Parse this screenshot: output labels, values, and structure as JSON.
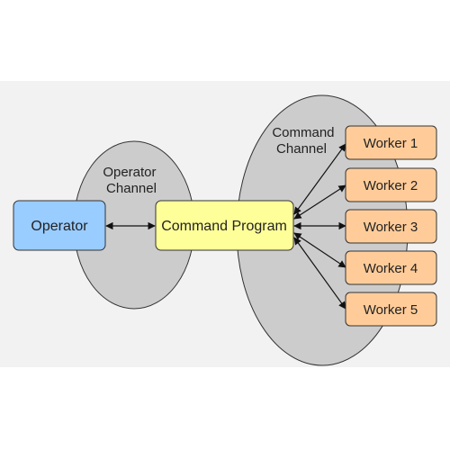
{
  "diagram": {
    "background_color": "#f2f2f2",
    "channel_color": "#cccccc",
    "operator_channel": {
      "line1": "Operator",
      "line2": "Channel"
    },
    "command_channel": {
      "line1": "Command",
      "line2": "Channel"
    },
    "operator": {
      "label": "Operator",
      "color": "#99ccff"
    },
    "command_program": {
      "label": "Command Program",
      "color": "#ffff99"
    },
    "workers": [
      {
        "label": "Worker 1",
        "color": "#ffcc99"
      },
      {
        "label": "Worker 2",
        "color": "#ffcc99"
      },
      {
        "label": "Worker 3",
        "color": "#ffcc99"
      },
      {
        "label": "Worker 4",
        "color": "#ffcc99"
      },
      {
        "label": "Worker 5",
        "color": "#ffcc99"
      }
    ]
  }
}
